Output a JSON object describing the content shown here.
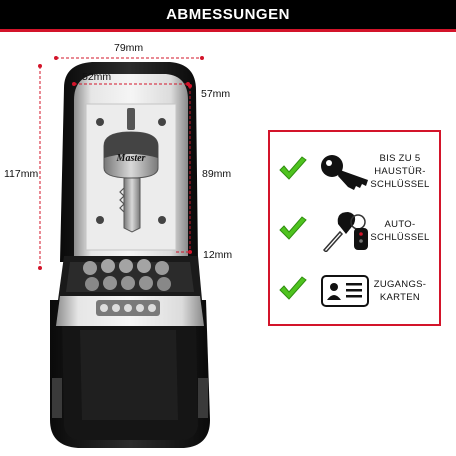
{
  "header": {
    "title": "ABMESSUNGEN"
  },
  "dimensions": {
    "width_outer": "79mm",
    "width_inner": "52mm",
    "height_outer": "117mm",
    "height_inner": "89mm",
    "top_section": "57mm",
    "depth": "12mm"
  },
  "product": {
    "logo_text": "Master"
  },
  "features": [
    {
      "lines": [
        "BIS ZU 5",
        "HAUSTÜR-",
        "SCHLÜSSEL"
      ],
      "icon": "house-key-icon"
    },
    {
      "lines": [
        "AUTO-",
        "SCHLÜSSEL"
      ],
      "icon": "car-key-icon"
    },
    {
      "lines": [
        "ZUGANGS-",
        "KARTEN"
      ],
      "icon": "access-card-icon"
    }
  ],
  "colors": {
    "accent": "#d3142a",
    "check": "#4fc31f",
    "header_bg": "#000000"
  }
}
